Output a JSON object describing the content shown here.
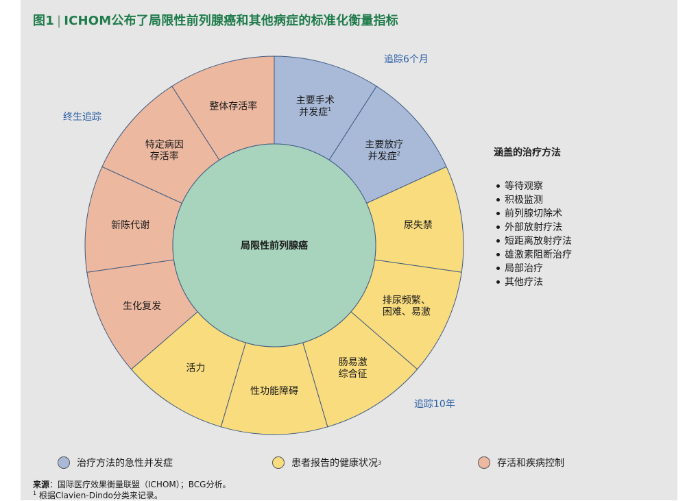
{
  "header": {
    "figure_no": "图1",
    "title": "ICHOM公布了局限性前列腺癌和其他病症的标准化衡量指标"
  },
  "wheel": {
    "center": "局限性前列腺癌",
    "segments": [
      {
        "lines": [
          "主要手术",
          "并发症"
        ],
        "sup": "1",
        "group": "acute"
      },
      {
        "lines": [
          "主要放疗",
          "并发症"
        ],
        "sup": "2",
        "group": "acute"
      },
      {
        "lines": [
          "尿失禁"
        ],
        "sup": "",
        "group": "pro"
      },
      {
        "lines": [
          "排尿频繁、",
          "困难、易激"
        ],
        "sup": "",
        "group": "pro"
      },
      {
        "lines": [
          "肠易激",
          "综合征"
        ],
        "sup": "",
        "group": "pro"
      },
      {
        "lines": [
          "性功能障碍"
        ],
        "sup": "",
        "group": "pro"
      },
      {
        "lines": [
          "活力"
        ],
        "sup": "",
        "group": "pro"
      },
      {
        "lines": [
          "生化复发"
        ],
        "sup": "",
        "group": "survival"
      },
      {
        "lines": [
          "新陈代谢"
        ],
        "sup": "",
        "group": "survival"
      },
      {
        "lines": [
          "特定病因",
          "存活率"
        ],
        "sup": "",
        "group": "survival"
      },
      {
        "lines": [
          "整体存活率"
        ],
        "sup": "",
        "group": "survival"
      }
    ]
  },
  "tracking": {
    "six_months": "追踪6个月",
    "lifelong": "终生追踪",
    "ten_years": "追踪10年"
  },
  "treatments": {
    "title": "涵盖的治疗方法",
    "items": [
      "等待观察",
      "积极监测",
      "前列腺切除术",
      "外部放射疗法",
      "短距离放射疗法",
      "雄激素阻断治疗",
      "局部治疗",
      "其他疗法"
    ]
  },
  "legend": {
    "acute": "治疗方法的急性并发症",
    "pro": "患者报告的健康状况",
    "pro_sup": "3",
    "survival": "存活和疾病控制"
  },
  "colors": {
    "acute": "#a9bad9",
    "pro": "#f8dc7e",
    "survival": "#ecb8a0",
    "center": "#a8d3bd",
    "title": "#1e7b4a",
    "tracking": "#2b5ea6"
  },
  "footer": {
    "source_label": "来源",
    "source_text": "：国际医疗效果衡量联盟（ICHOM）；BCG分析。",
    "note_sup": "1",
    "note_text": " 根据Clavien-Dindo分类来记录。"
  }
}
